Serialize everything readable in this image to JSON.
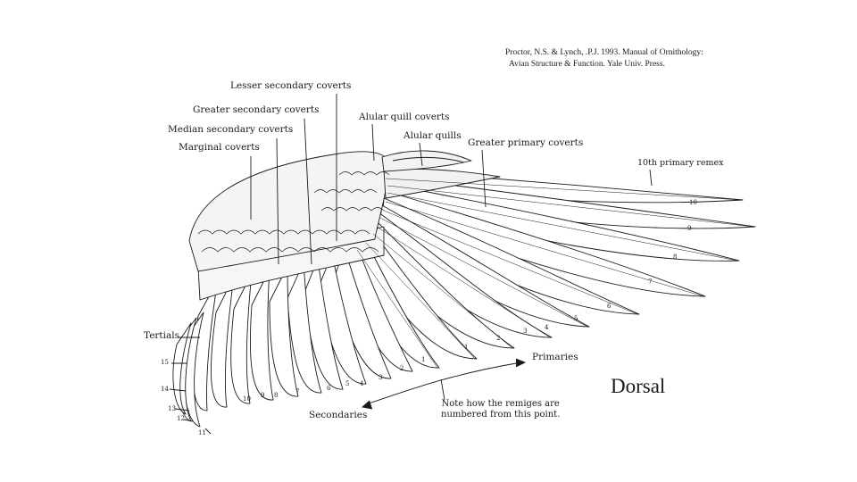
{
  "citation": {
    "line1": "Proctor, N.S. & Lynch, .P.J. 1993.  Manual of Ornithology:",
    "line2": "Avian Structure & Function.  Yale Univ. Press."
  },
  "view_title": "Dorsal",
  "labels": {
    "lesser_secondary_coverts": "Lesser secondary coverts",
    "greater_secondary_coverts": "Greater secondary coverts",
    "median_secondary_coverts": "Median secondary coverts",
    "marginal_coverts": "Marginal coverts",
    "alular_quill_coverts": "Alular quill coverts",
    "alular_quills": "Alular quills",
    "greater_primary_coverts": "Greater primary coverts",
    "tenth_primary_remex": "10th primary remex",
    "tertials": "Tertials",
    "primaries": "Primaries",
    "secondaries": "Secondaries"
  },
  "note": {
    "line1": "Note how the remiges are",
    "line2": "numbered from this point."
  },
  "primary_numbers": [
    "1",
    "2",
    "3",
    "4",
    "5",
    "6",
    "7",
    "8",
    "9",
    "10"
  ],
  "secondary_numbers": [
    "1",
    "2",
    "3",
    "4",
    "5",
    "6",
    "7",
    "8",
    "9",
    "10",
    "11",
    "12",
    "13",
    "14",
    "15"
  ],
  "colors": {
    "ink": "#1a1a1a",
    "paper": "#ffffff"
  }
}
